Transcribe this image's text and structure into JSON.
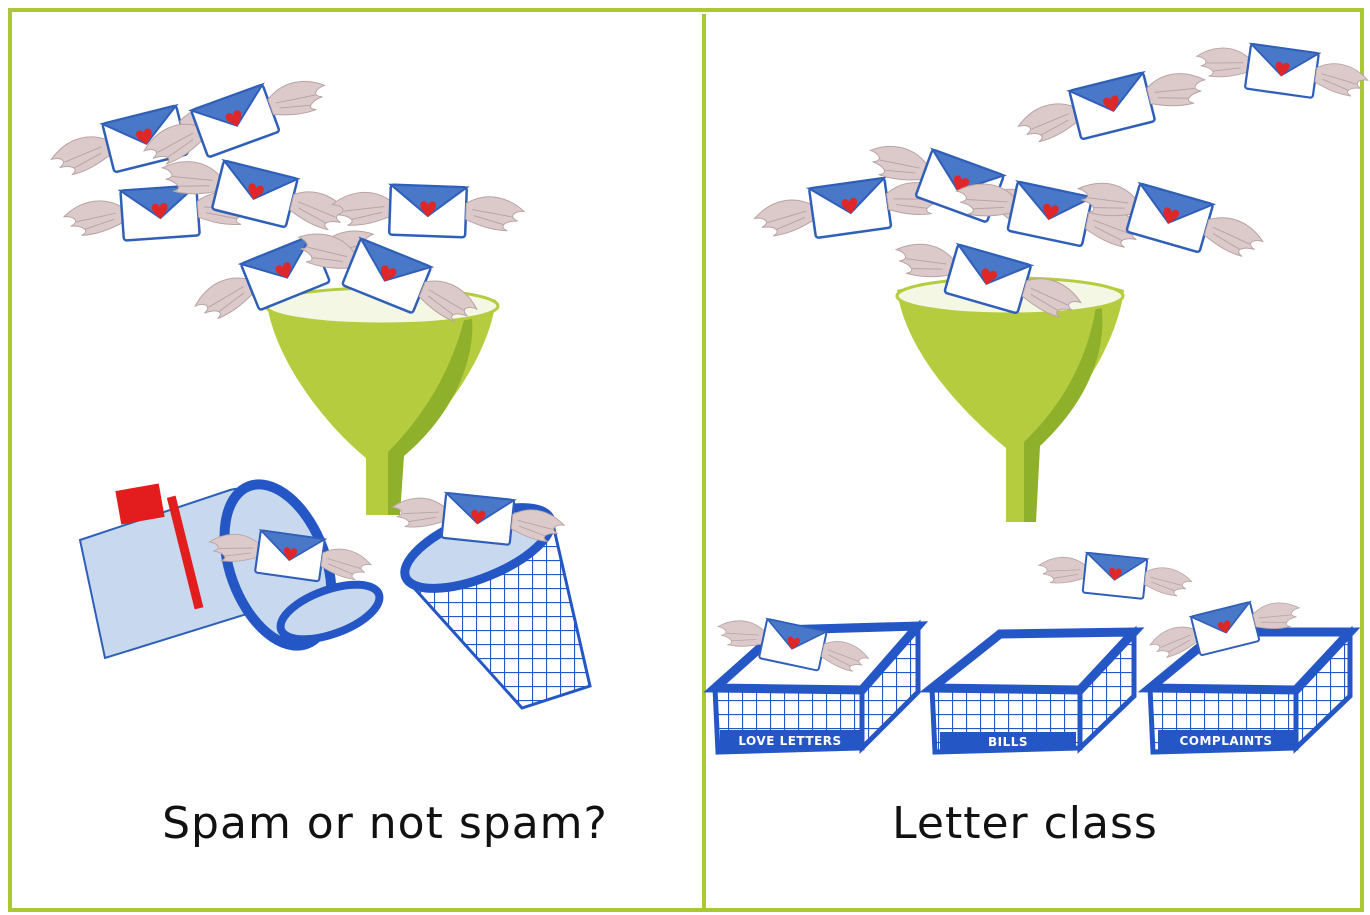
{
  "colors": {
    "frame": "#a9c832",
    "funnel": "#b6cc3f",
    "funnel_shade": "#8aa62a",
    "envelope_blue": "#3f6fc4",
    "envelope_white": "#ffffff",
    "heart": "#e02727",
    "wing": "#d9c8c8",
    "basket_blue": "#2457c5",
    "mailbox_light": "#c8d9ef",
    "mailbox_flag": "#e31d1d"
  },
  "left_panel": {
    "caption": "Spam or not spam?",
    "icons": [
      "winged-envelope",
      "funnel",
      "mailbox",
      "wastebasket"
    ]
  },
  "right_panel": {
    "caption": "Letter class",
    "icons": [
      "winged-envelope",
      "funnel",
      "basket"
    ],
    "baskets": [
      {
        "label": "LOVE LETTERS"
      },
      {
        "label": "BILLS"
      },
      {
        "label": "COMPLAINTS"
      }
    ]
  }
}
